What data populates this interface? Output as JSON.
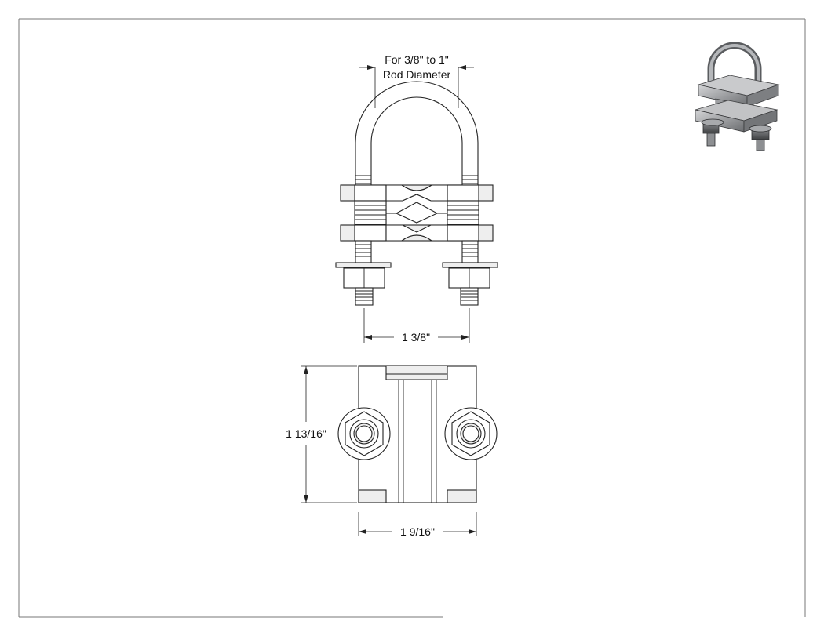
{
  "drawing": {
    "dimensions": {
      "rod_range_line1": "For 3/8\" to 1\"",
      "rod_range_line2": "Rod Diameter",
      "bolt_spacing": "1 3/8\"",
      "height": "1 13/16\"",
      "width": "1 9/16\""
    },
    "colors": {
      "line": "#222222",
      "part_fill": "#eeeeee",
      "iso_dark": "#6b6d70",
      "iso_light": "#c9cacc"
    }
  }
}
